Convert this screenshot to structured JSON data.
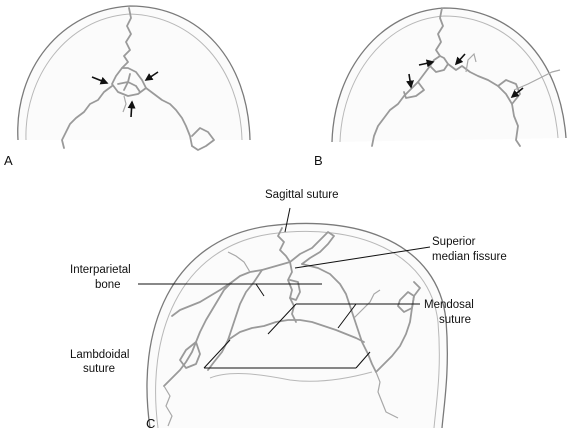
{
  "panels": {
    "a": "A",
    "b": "B",
    "c": "C"
  },
  "labels": {
    "sagittal": "Sagittal suture",
    "superior_line1": "Superior",
    "superior_line2": "median fissure",
    "interparietal_line1": "Interparietal",
    "interparietal_line2": "bone",
    "mendosal_line1": "Mendosal",
    "mendosal_line2": "suture",
    "lambdoidal_line1": "Lambdoidal",
    "lambdoidal_line2": "suture"
  }
}
